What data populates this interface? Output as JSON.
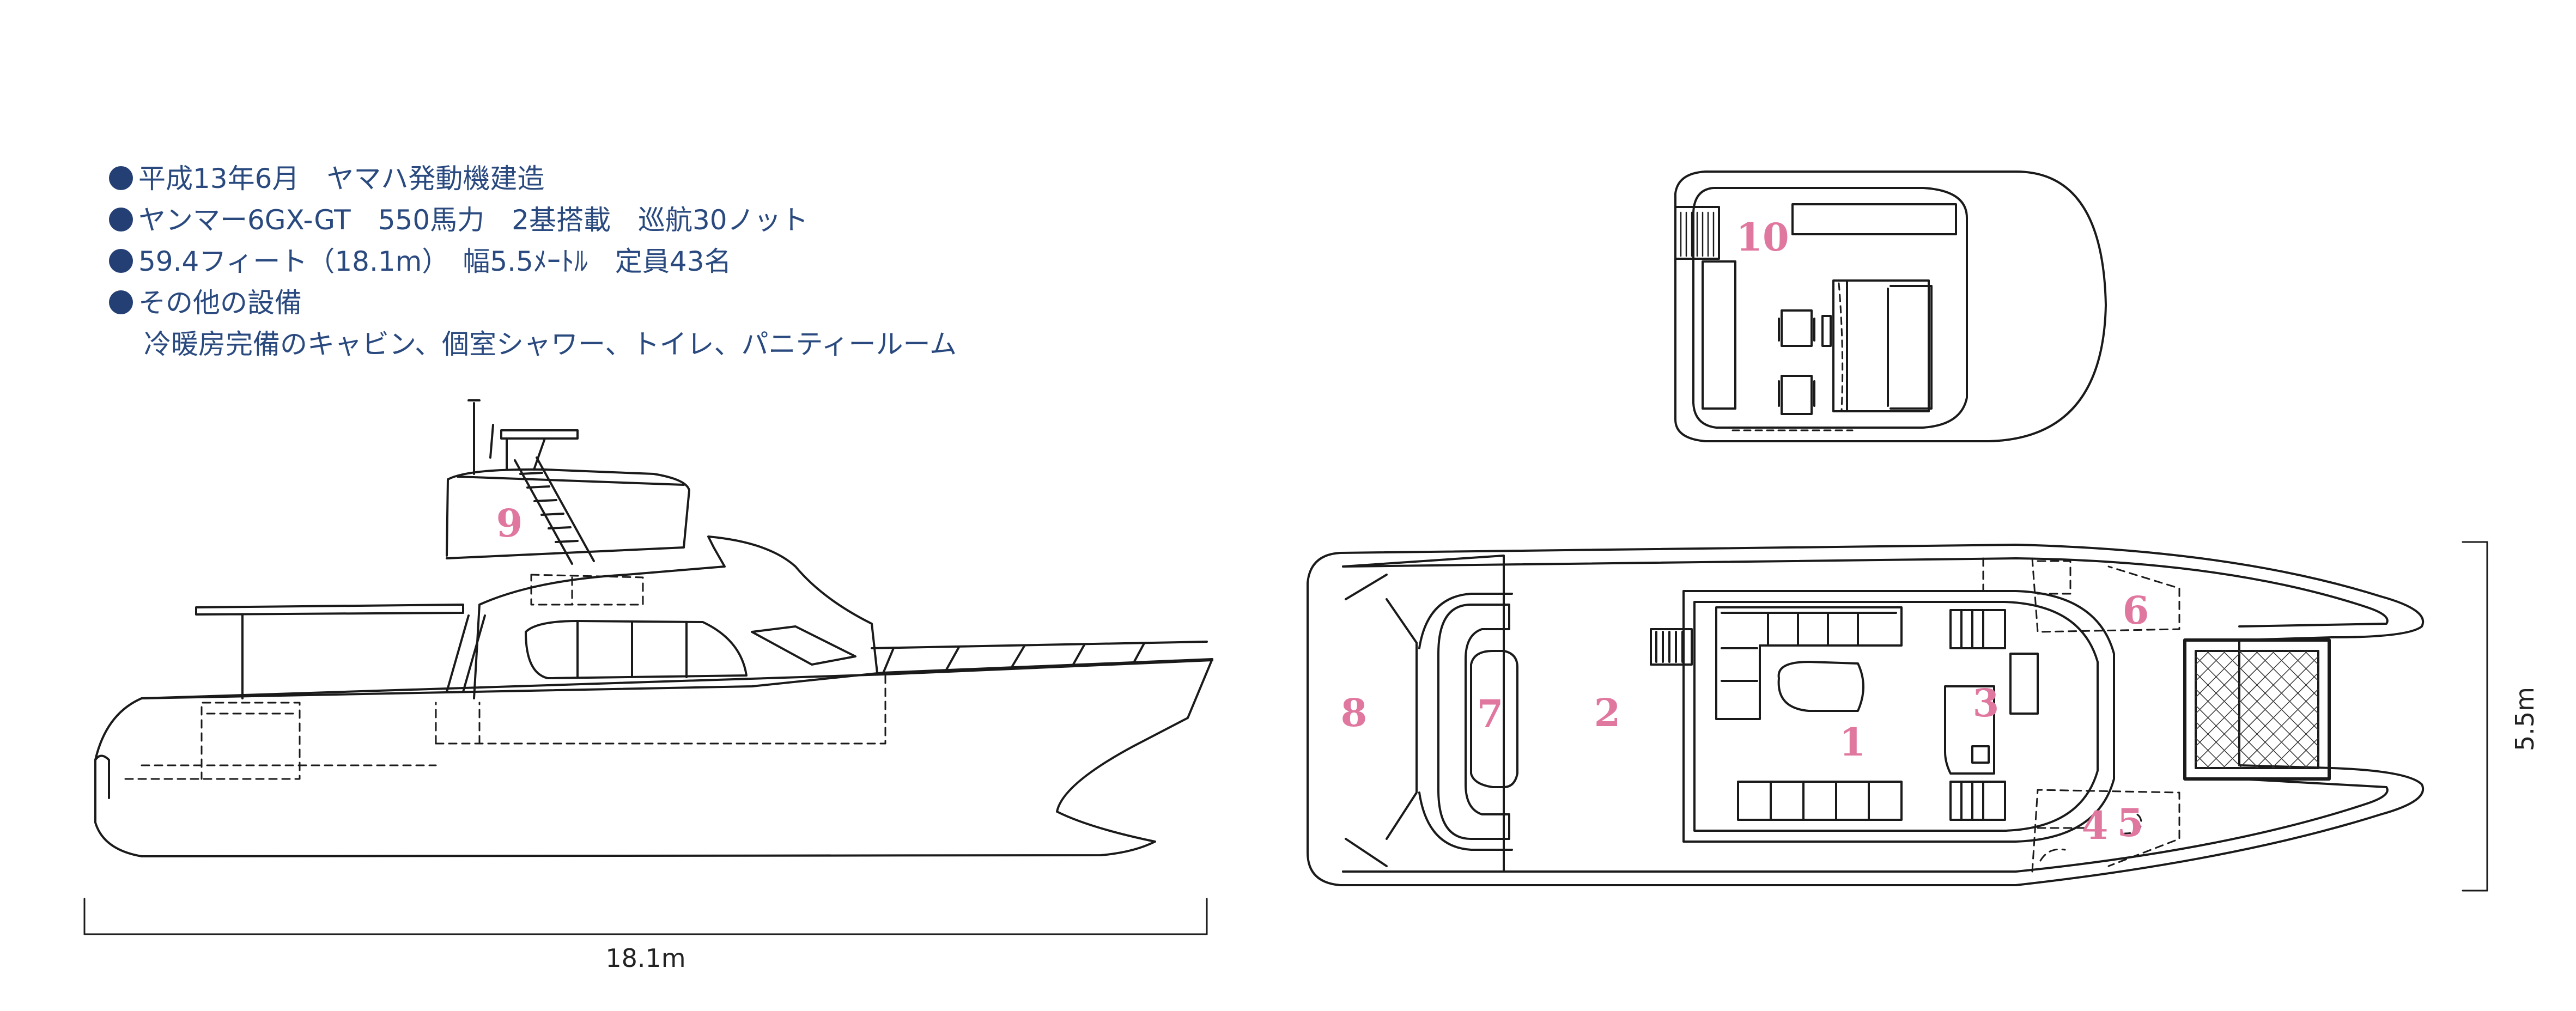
{
  "specs": {
    "line1": "平成13年6月　ヤマハ発動機建造",
    "line2": "ヤンマー6GX-GT　550馬力　2基搭載　巡航30ノット",
    "line3": "59.4フィート（18.1m）　幅5.5ﾒｰﾄﾙ　定員43名",
    "line4": "その他の設備",
    "line5": "冷暖房完備のキャビン、個室シャワー、トイレ、パニティールーム"
  },
  "dimensions": {
    "length": "18.1m",
    "width": "5.5m"
  },
  "labels": {
    "n1": "1",
    "n2": "2",
    "n3": "3",
    "n4": "4",
    "n5": "5",
    "n6": "6",
    "n7": "7",
    "n8": "8",
    "n9": "9",
    "n10": "10"
  },
  "colors": {
    "text": "#2a4a7f",
    "number": "#e0779f",
    "line": "#1a1a1a"
  }
}
